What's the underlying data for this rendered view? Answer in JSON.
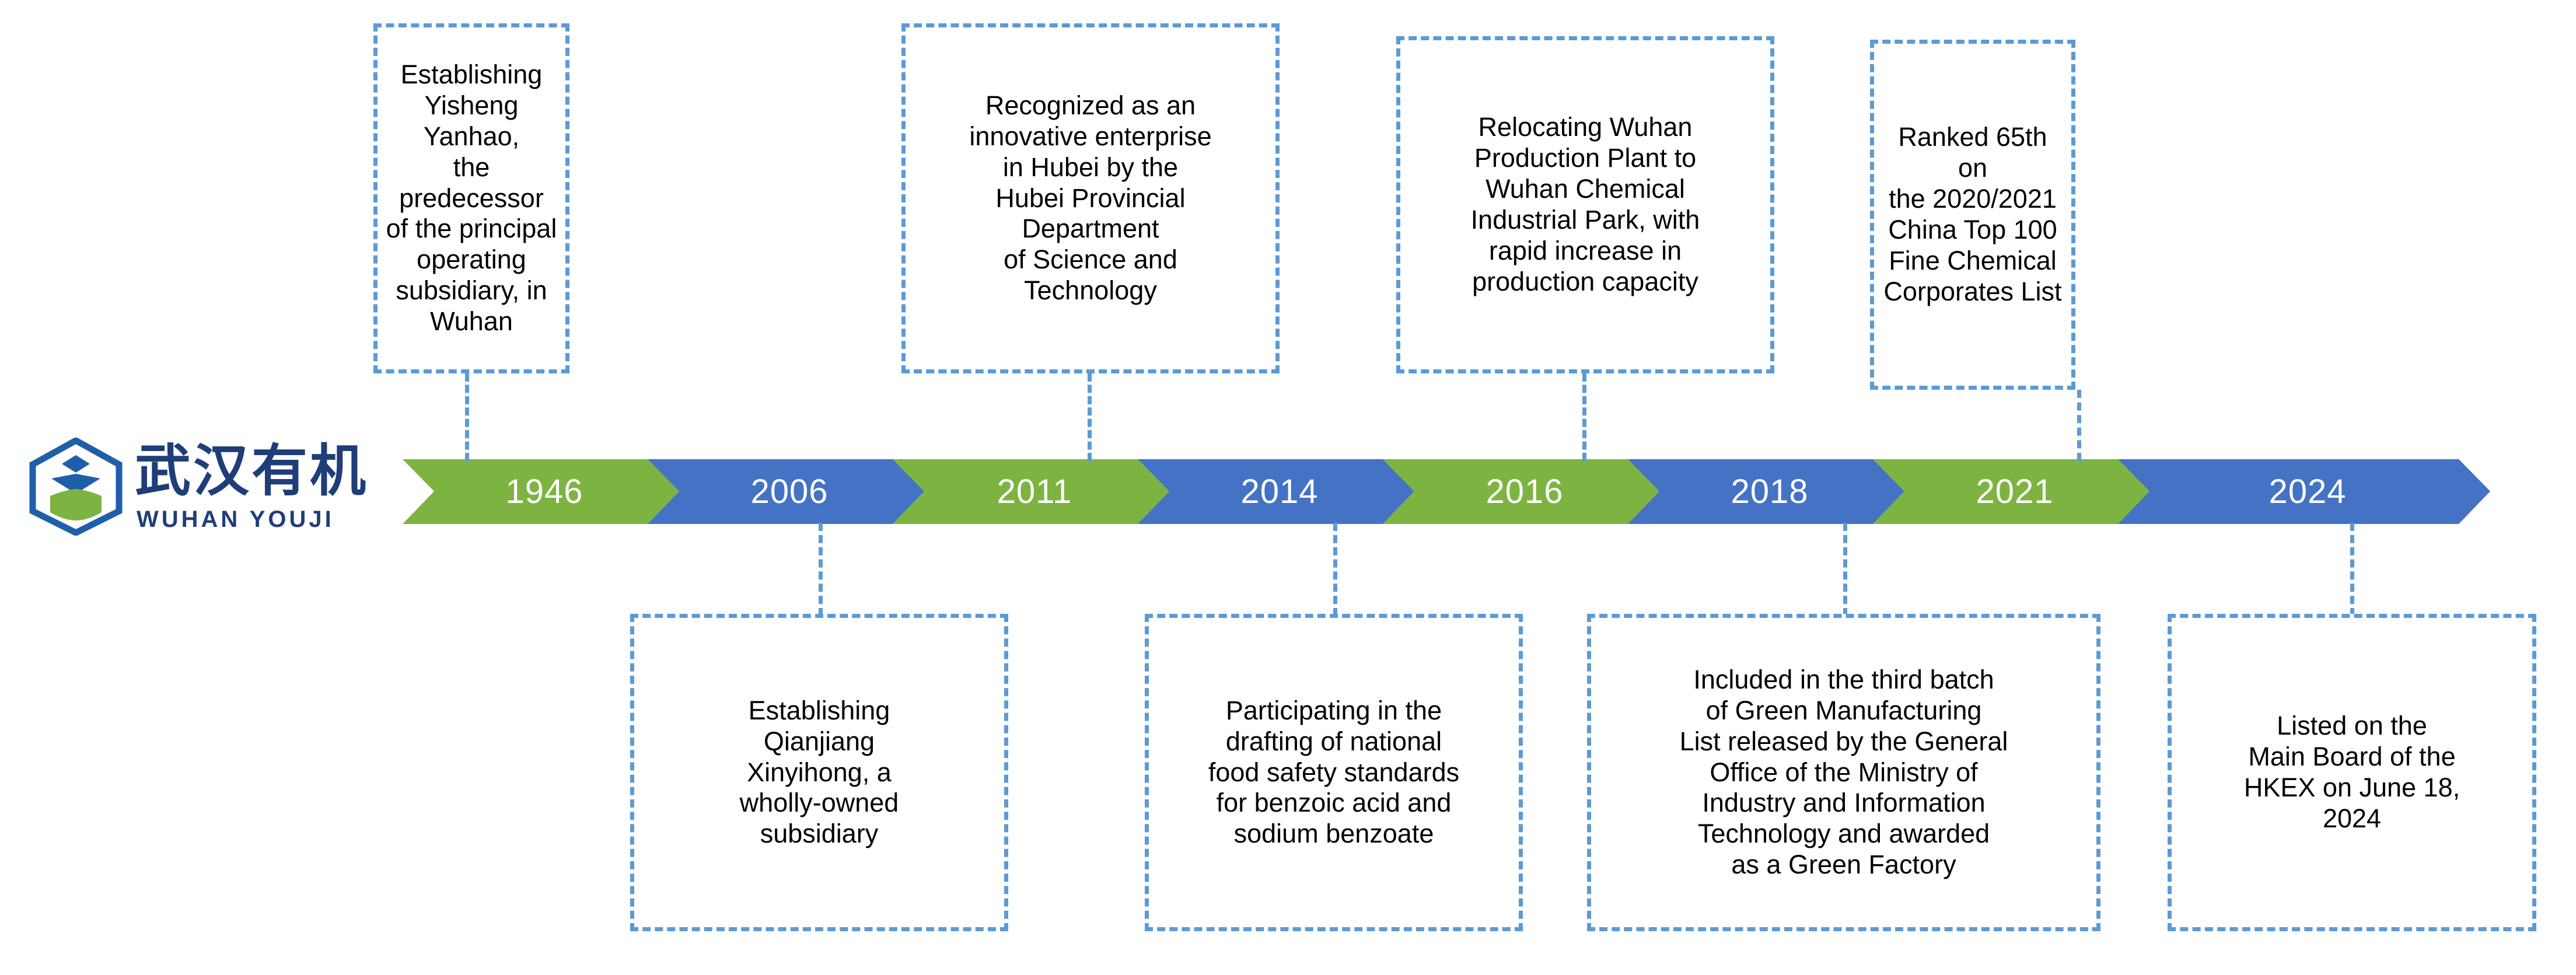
{
  "logo": {
    "name": "wuhan-youji-logo",
    "chinese_name": "武汉有机",
    "english_name": "WUHAN  YOUJI",
    "mark_colors": {
      "outline": "#1F5FA9",
      "leaf": "#7DB441",
      "chevron": "#1F5FA9"
    }
  },
  "colors": {
    "green": "#7DB441",
    "blue": "#4472C4",
    "dashed_border": "#5B9BD5",
    "text": "#000000",
    "year_text": "#FFFFFF"
  },
  "timeline": {
    "milestones": [
      {
        "year": "1946",
        "color": "green",
        "position": "top",
        "text": "Establishing\nYisheng Yanhao,\nthe predecessor\nof the principal\noperating\nsubsidiary, in\nWuhan"
      },
      {
        "year": "2006",
        "color": "blue",
        "position": "bottom",
        "text": "Establishing\nQianjiang\nXinyihong, a\nwholly-owned\nsubsidiary"
      },
      {
        "year": "2011",
        "color": "green",
        "position": "top",
        "text": "Recognized as an\ninnovative enterprise\nin Hubei by the\nHubei Provincial\nDepartment\nof Science and\nTechnology"
      },
      {
        "year": "2014",
        "color": "blue",
        "position": "bottom",
        "text": "Participating in the\ndrafting of national\nfood safety standards\nfor benzoic acid and\nsodium benzoate"
      },
      {
        "year": "2016",
        "color": "green",
        "position": "top",
        "text": "Relocating Wuhan\nProduction Plant to\nWuhan Chemical\nIndustrial Park, with\nrapid increase in\nproduction capacity"
      },
      {
        "year": "2018",
        "color": "blue",
        "position": "bottom",
        "text": "Included in the third batch\nof Green Manufacturing\nList released by the General\nOffice of the Ministry of\nIndustry and Information\nTechnology and awarded\nas a Green Factory"
      },
      {
        "year": "2021",
        "color": "green",
        "position": "top",
        "text": "Ranked 65th on\nthe 2020/2021\nChina Top 100\nFine Chemical\nCorporates List"
      },
      {
        "year": "2024",
        "color": "blue",
        "position": "bottom",
        "text": "Listed on the\nMain Board of the\nHKEX on June 18,\n2024"
      }
    ]
  }
}
